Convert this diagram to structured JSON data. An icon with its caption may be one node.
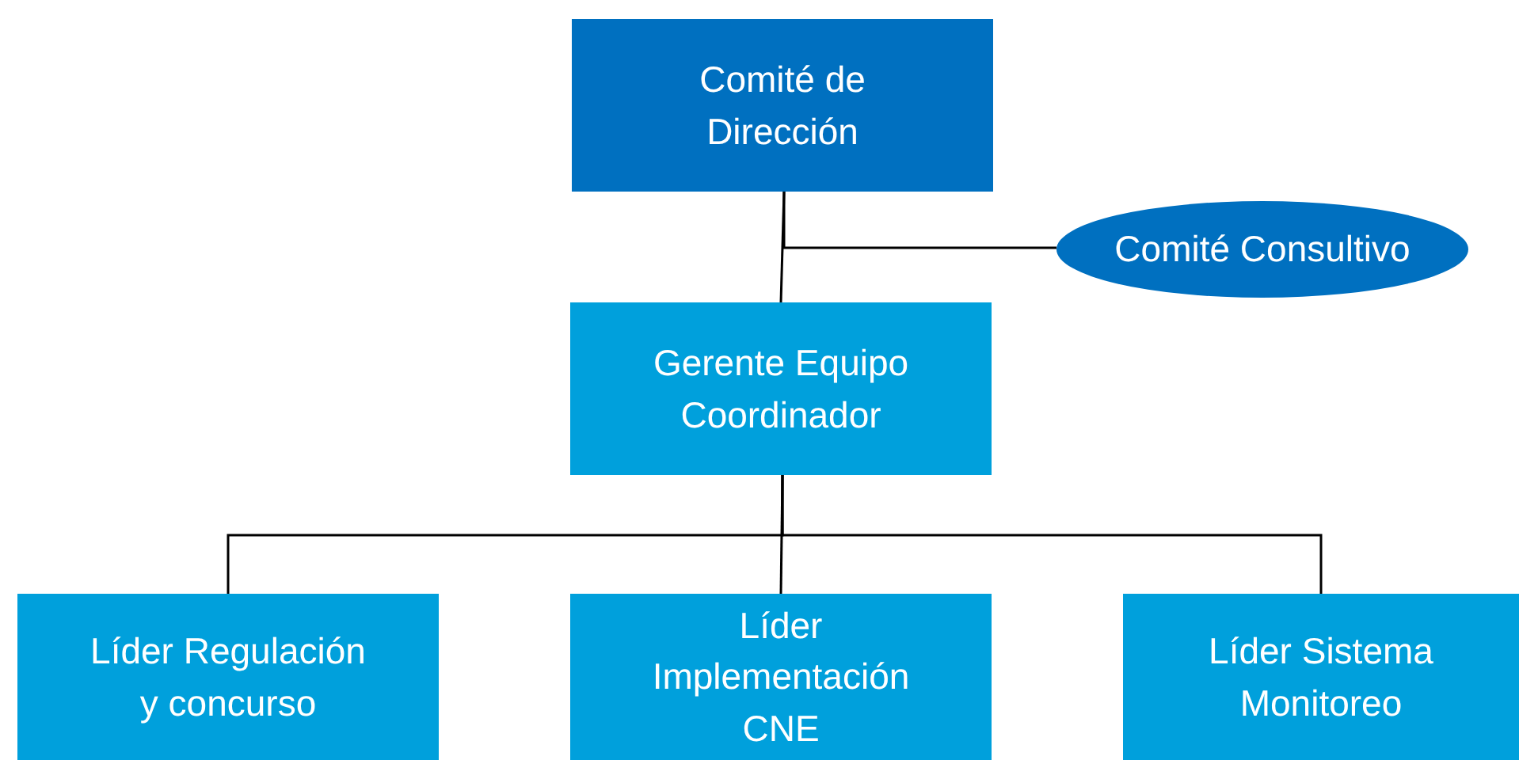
{
  "diagram": {
    "nodes": [
      {
        "text": [
          "Comité de Dirección"
        ]
      },
      {
        "text": [
          "Comité Consultivo"
        ]
      },
      {
        "text": [
          "Gerente Equipo Coordinador"
        ]
      },
      {
        "text": [
          "Líder Regulación y concurso"
        ]
      },
      {
        "text": [
          "Líder Implementación CNE"
        ]
      },
      {
        "text": [
          "Líder Sistema Monitoreo"
        ]
      }
    ],
    "edges": [
      {
        "from": 0,
        "to": 2,
        "arrow": "none"
      },
      {
        "from": 0,
        "to": 1,
        "arrow": "none"
      },
      {
        "from": 2,
        "to": 3,
        "arrow": "none"
      },
      {
        "from": 2,
        "to": 4,
        "arrow": "none"
      },
      {
        "from": 2,
        "to": 5,
        "arrow": "none"
      }
    ]
  }
}
